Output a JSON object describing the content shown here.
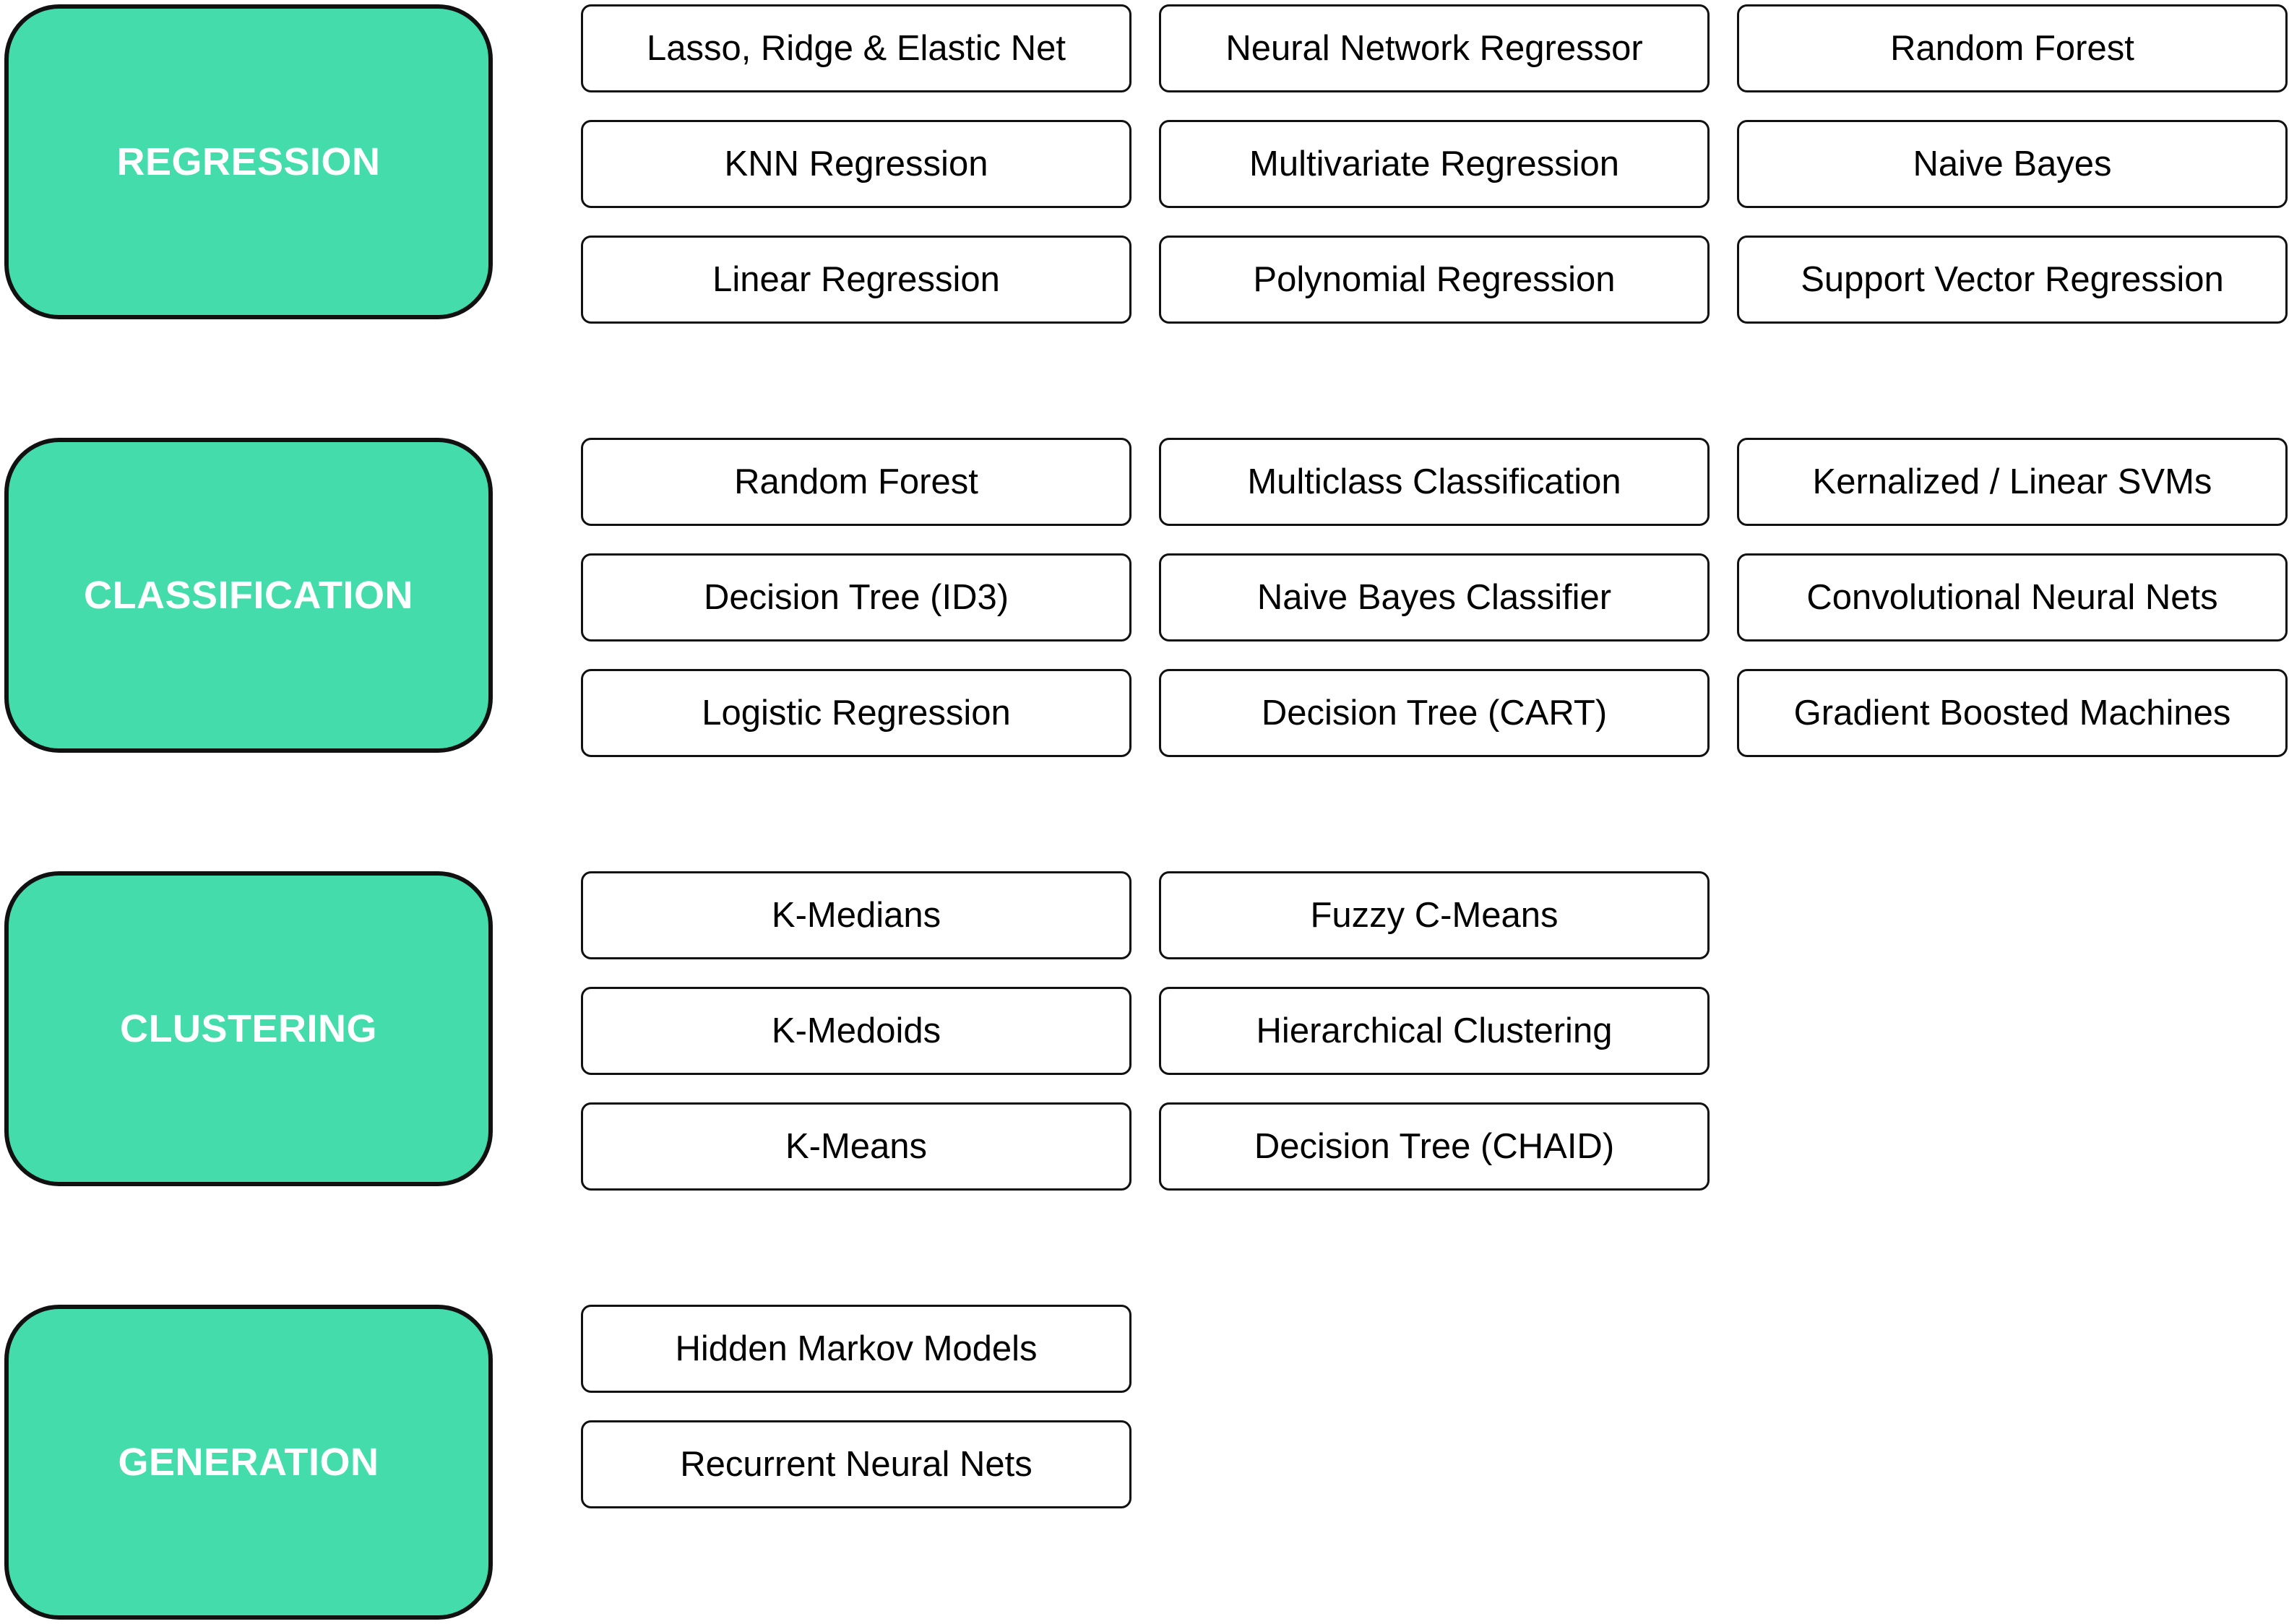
{
  "categories": [
    {
      "label": "REGRESSION",
      "items": [
        "Lasso, Ridge & Elastic Net",
        "KNN Regression",
        "Linear Regression",
        "Neural Network Regressor",
        "Multivariate Regression",
        "Polynomial Regression",
        "Random Forest",
        "Naive Bayes",
        "Support Vector Regression"
      ]
    },
    {
      "label": "CLASSIFICATION",
      "items": [
        "Random Forest",
        "Decision Tree (ID3)",
        "Logistic Regression",
        "Multiclass Classification",
        "Naive Bayes Classifier",
        "Decision Tree (CART)",
        "Kernalized / Linear SVMs",
        "Convolutional Neural Nets",
        "Gradient Boosted Machines"
      ]
    },
    {
      "label": "CLUSTERING",
      "items": [
        "K-Medians",
        "K-Medoids",
        "K-Means",
        "Fuzzy C-Means",
        "Hierarchical Clustering",
        "Decision Tree (CHAID)"
      ]
    },
    {
      "label": "GENERATION",
      "items": [
        "Hidden Markov Models",
        "Recurrent Neural Nets"
      ]
    }
  ],
  "colors": {
    "category_fill": "#44dcab",
    "category_text": "#ffffff",
    "border": "#111111",
    "item_fill": "#ffffff"
  }
}
